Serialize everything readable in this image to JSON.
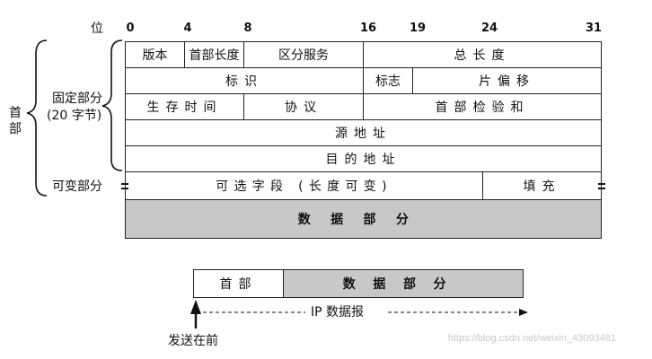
{
  "header": {
    "bit_label": "位",
    "bit_ticks": [
      "0",
      "4",
      "8",
      "16",
      "19",
      "24",
      "31"
    ]
  },
  "left_labels": {
    "header": "首部",
    "fixed_line1": "固定部分",
    "fixed_line2": "(20 字节)",
    "variable": "可变部分"
  },
  "rows": {
    "r1": {
      "version": "版本",
      "ihl": "首部长度",
      "tos": "区分服务",
      "total_length": "总长度"
    },
    "r2": {
      "identification": "标识",
      "flags": "标志",
      "fragment_offset": "片偏移"
    },
    "r3": {
      "ttl": "生存时间",
      "protocol": "协议",
      "checksum": "首部检验和"
    },
    "r4": {
      "src": "源地址"
    },
    "r5": {
      "dst": "目的地址"
    },
    "r6": {
      "options": "可选字段 (长度可变)",
      "padding": "填充"
    },
    "r7": {
      "data": "数据部分"
    }
  },
  "datagram": {
    "header_label": "首部",
    "data_label": "数据部分",
    "arrow_label": "IP 数据报",
    "sent_first": "发送在前"
  },
  "watermark": "https://blog.csdn.net/weixin_43093481"
}
